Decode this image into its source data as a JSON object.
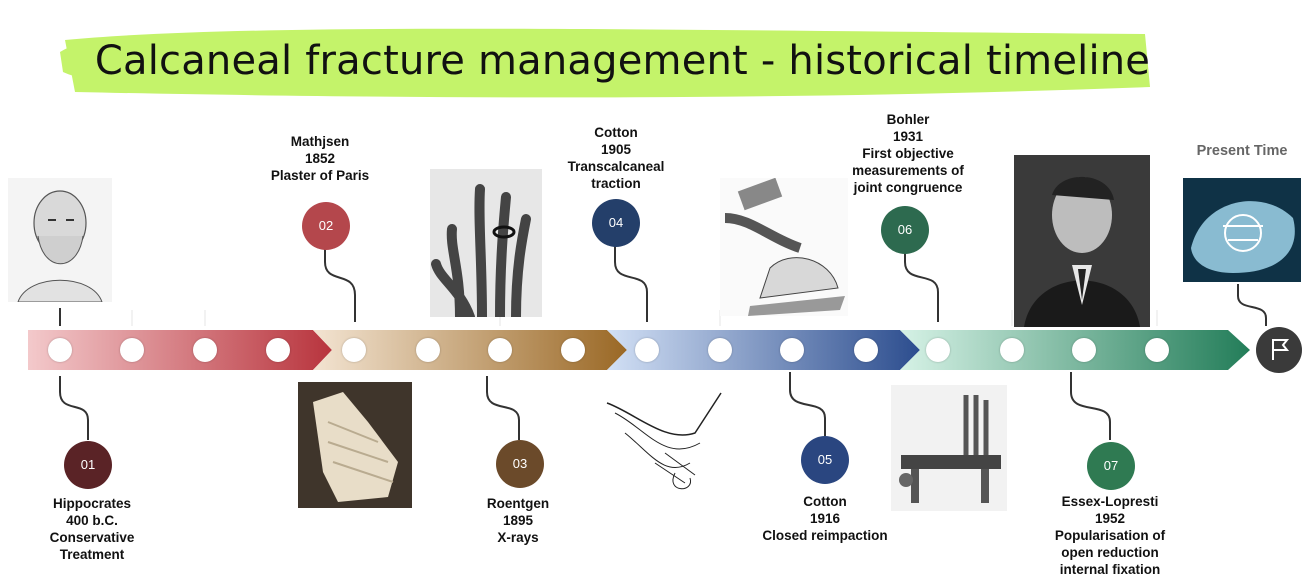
{
  "title": "Calcaneal fracture management - historical timeline",
  "present_label": "Present Time",
  "colors": {
    "highlight": "#c4f36a",
    "seg1": "#c0474f",
    "seg2": "#a7742f",
    "seg3": "#3b5a9a",
    "seg4": "#2e8a64",
    "flag": "#3a3a3a"
  },
  "milestones": [
    {
      "num": "01",
      "text": "Hippocrates\n400 b.C.\nConservative\nTreatment",
      "color": "#5a2326"
    },
    {
      "num": "02",
      "text": "Mathjsen\n1852\nPlaster of Paris",
      "color": "#b4474c"
    },
    {
      "num": "03",
      "text": "Roentgen\n1895\nX-rays",
      "color": "#6b4a2a"
    },
    {
      "num": "04",
      "text": "Cotton\n1905\nTranscalcaneal\ntraction",
      "color": "#243f6a"
    },
    {
      "num": "05",
      "text": "Cotton\n1916\nClosed reimpaction",
      "color": "#2a4680"
    },
    {
      "num": "06",
      "text": "Bohler\n1931\nFirst objective\nmeasurements of\njoint congruence",
      "color": "#2d6a4f"
    },
    {
      "num": "07",
      "text": "Essex-Lopresti\n1952\nPopularisation of\nopen reduction\ninternal fixation",
      "color": "#2f7a52"
    }
  ],
  "icons": {
    "flag": "flag-icon"
  }
}
